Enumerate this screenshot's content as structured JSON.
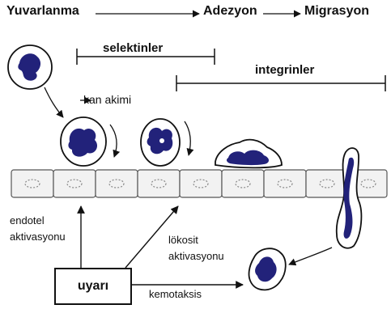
{
  "stages": {
    "rolling": "Yuvarlanma",
    "adhesion": "Adezyon",
    "migration": "Migrasyon"
  },
  "molecules": {
    "selectins": "selektinler",
    "integrins": "integrinler"
  },
  "flow_label": "kan akimi",
  "labels": {
    "endothelial_activation_line1": "endotel",
    "endothelial_activation_line2": "aktivasyonu",
    "leukocyte_activation_line1": "lökosit",
    "leukocyte_activation_line2": "aktivasyonu",
    "chemotaxis": "kemotaksis"
  },
  "stimulus": "uyarı",
  "colors": {
    "nucleus": "#22227a",
    "outline": "#111111",
    "cell_fill": "#ffffff",
    "endothelium_fill": "#f2f2f2"
  },
  "icons": [
    "arrow-right-icon",
    "arrow-up-icon",
    "curved-arrow-icon",
    "leukocyte-icon",
    "endothelial-cell-icon"
  ]
}
